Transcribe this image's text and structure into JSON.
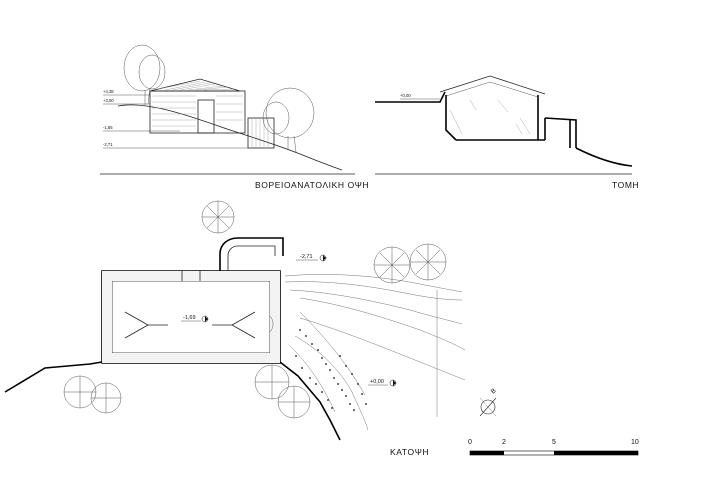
{
  "elevation": {
    "title": "ΒΟΡΕΙΟΑΝΑΤΟΛΙΚΗ ΟΨΗ",
    "levels": [
      "+4,38",
      "+3,00",
      "-1,65",
      "-2,71"
    ]
  },
  "section": {
    "title": "ΤΟΜΗ",
    "levels": [
      "+0,00"
    ]
  },
  "plan": {
    "title": "ΚΑΤΟΨΗ",
    "levels": [
      "-2,71",
      "-1,69",
      "+0,00"
    ]
  },
  "north_arrow": {
    "label": "Β"
  },
  "scale_bar": {
    "ticks": [
      "0",
      "2",
      "5",
      "10"
    ]
  }
}
